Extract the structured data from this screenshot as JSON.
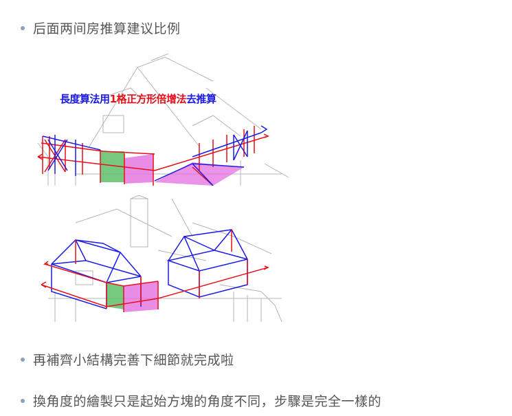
{
  "bullets": [
    "后面两间房推算建议比例",
    "再補齊小結構完善下細節就完成啦",
    "換角度的繪製只是起始方塊的角度不同，步驟是完全一樣的"
  ],
  "figure1": {
    "caption_a": "長度算法用",
    "caption_b": "1格正方形倍增法",
    "caption_c": "去推算"
  },
  "colors": {
    "bullet": "#8aa1c1",
    "text": "#555555",
    "guide_red": "#e60f1a",
    "guide_blue": "#1a1ae6",
    "fill_green": "#5fbf6a",
    "fill_pink": "#e36fe0"
  }
}
